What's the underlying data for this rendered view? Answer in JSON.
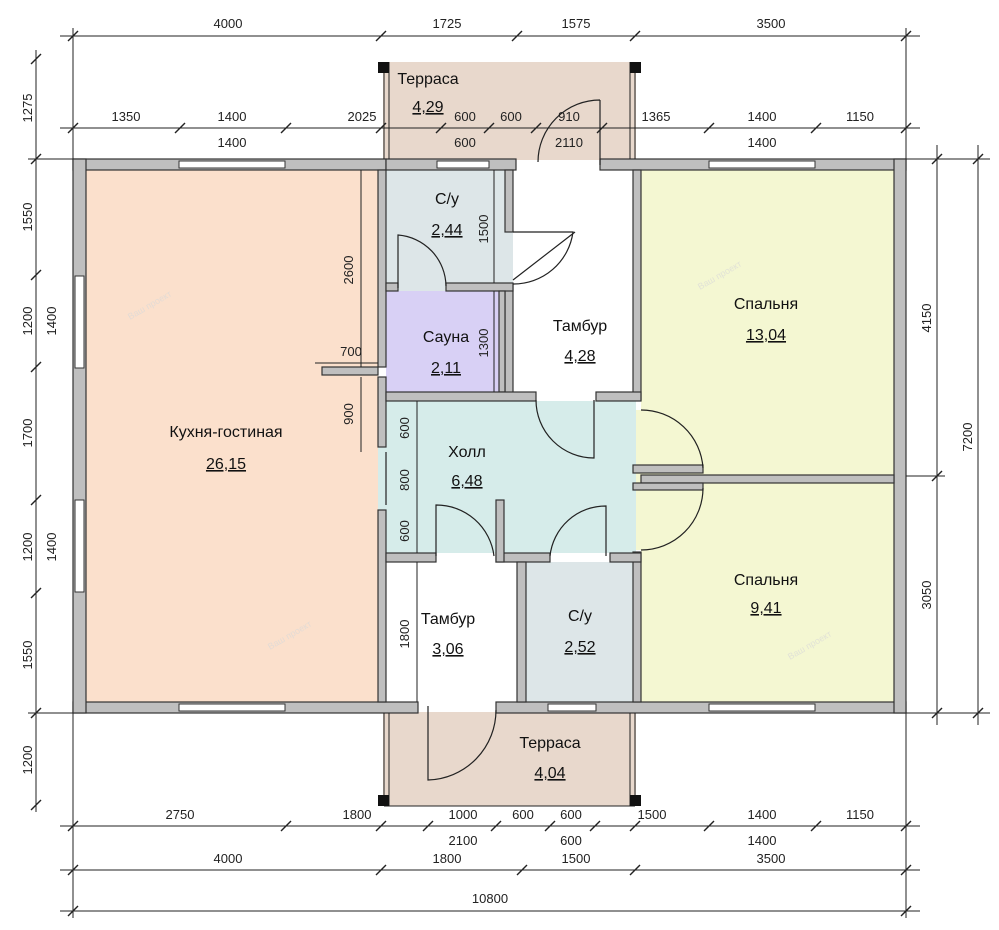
{
  "rooms": {
    "terrace_top": {
      "name": "Терраса",
      "area": "4,29",
      "color": "#e8d8cc"
    },
    "kitchen": {
      "name": "Кухня-гостиная",
      "area": "26,15",
      "color": "#fbe0cc"
    },
    "wc_top": {
      "name": "С/у",
      "area": "2,44",
      "color": "#dde6e8"
    },
    "sauna": {
      "name": "Сауна",
      "area": "2,11",
      "color": "#d8d0f5"
    },
    "tambur_top": {
      "name": "Тамбур",
      "area": "4,28",
      "color": "#ffffff"
    },
    "hall": {
      "name": "Холл",
      "area": "6,48",
      "color": "#d6ecea"
    },
    "bedroom_top": {
      "name": "Спальня",
      "area": "13,04",
      "color": "#f4f7d2"
    },
    "bedroom_bottom": {
      "name": "Спальня",
      "area": "9,41",
      "color": "#f4f7d2"
    },
    "tambur_bottom": {
      "name": "Тамбур",
      "area": "3,06",
      "color": "#ffffff"
    },
    "wc_bottom": {
      "name": "С/у",
      "area": "2,52",
      "color": "#dde6e8"
    },
    "terrace_bottom": {
      "name": "Терраса",
      "area": "4,04",
      "color": "#e8d8cc"
    }
  },
  "dims": {
    "top1": [
      "4000",
      "1725",
      "1575",
      "3500"
    ],
    "top2": [
      "1350",
      "1400",
      "2025",
      "600",
      "600",
      "910",
      "1365",
      "1400",
      "1150"
    ],
    "top3": [
      "1400",
      "600",
      "2110",
      "1400"
    ],
    "bottom1": [
      "2750",
      "1800",
      "1000",
      "600",
      "600",
      "1500",
      "1400",
      "1150"
    ],
    "bottom2": [
      "2100",
      "600",
      "1400"
    ],
    "bottom3": [
      "4000",
      "1800",
      "1500",
      "3500"
    ],
    "total": "10800",
    "left1": [
      "1275",
      "1550",
      "1200",
      "1700",
      "1200",
      "1550",
      "1200"
    ],
    "left2": [
      "1400",
      "1400"
    ],
    "right1": [
      "4150",
      "3050"
    ],
    "right_total": "7200",
    "interior": [
      "2600",
      "700",
      "900",
      "1500",
      "1300",
      "600",
      "800",
      "600",
      "1800"
    ]
  },
  "watermark": "Ваш проект"
}
